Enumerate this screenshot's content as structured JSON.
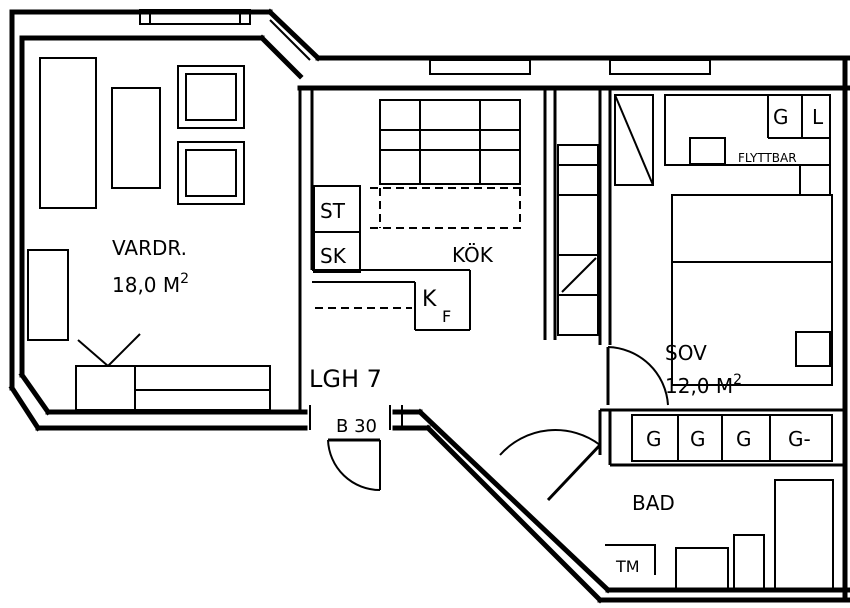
{
  "rooms": {
    "vardr": {
      "name": "VARDR.",
      "area": "18,0 M",
      "sup": "2"
    },
    "kok": {
      "name": "KÖK"
    },
    "sov": {
      "name": "SOV",
      "area": "12,0 M",
      "sup": "2"
    },
    "bad": {
      "name": "BAD"
    }
  },
  "fixtures": {
    "st": "ST",
    "sk": "SK",
    "k": "K",
    "f": "F",
    "g": "G",
    "l": "L",
    "flyttbar": "FLYTTBAR",
    "g_row": [
      "G",
      "G",
      "G",
      "G-"
    ],
    "tm": "TM"
  },
  "apartment": {
    "id": "LGH 7",
    "type": "B 30"
  }
}
